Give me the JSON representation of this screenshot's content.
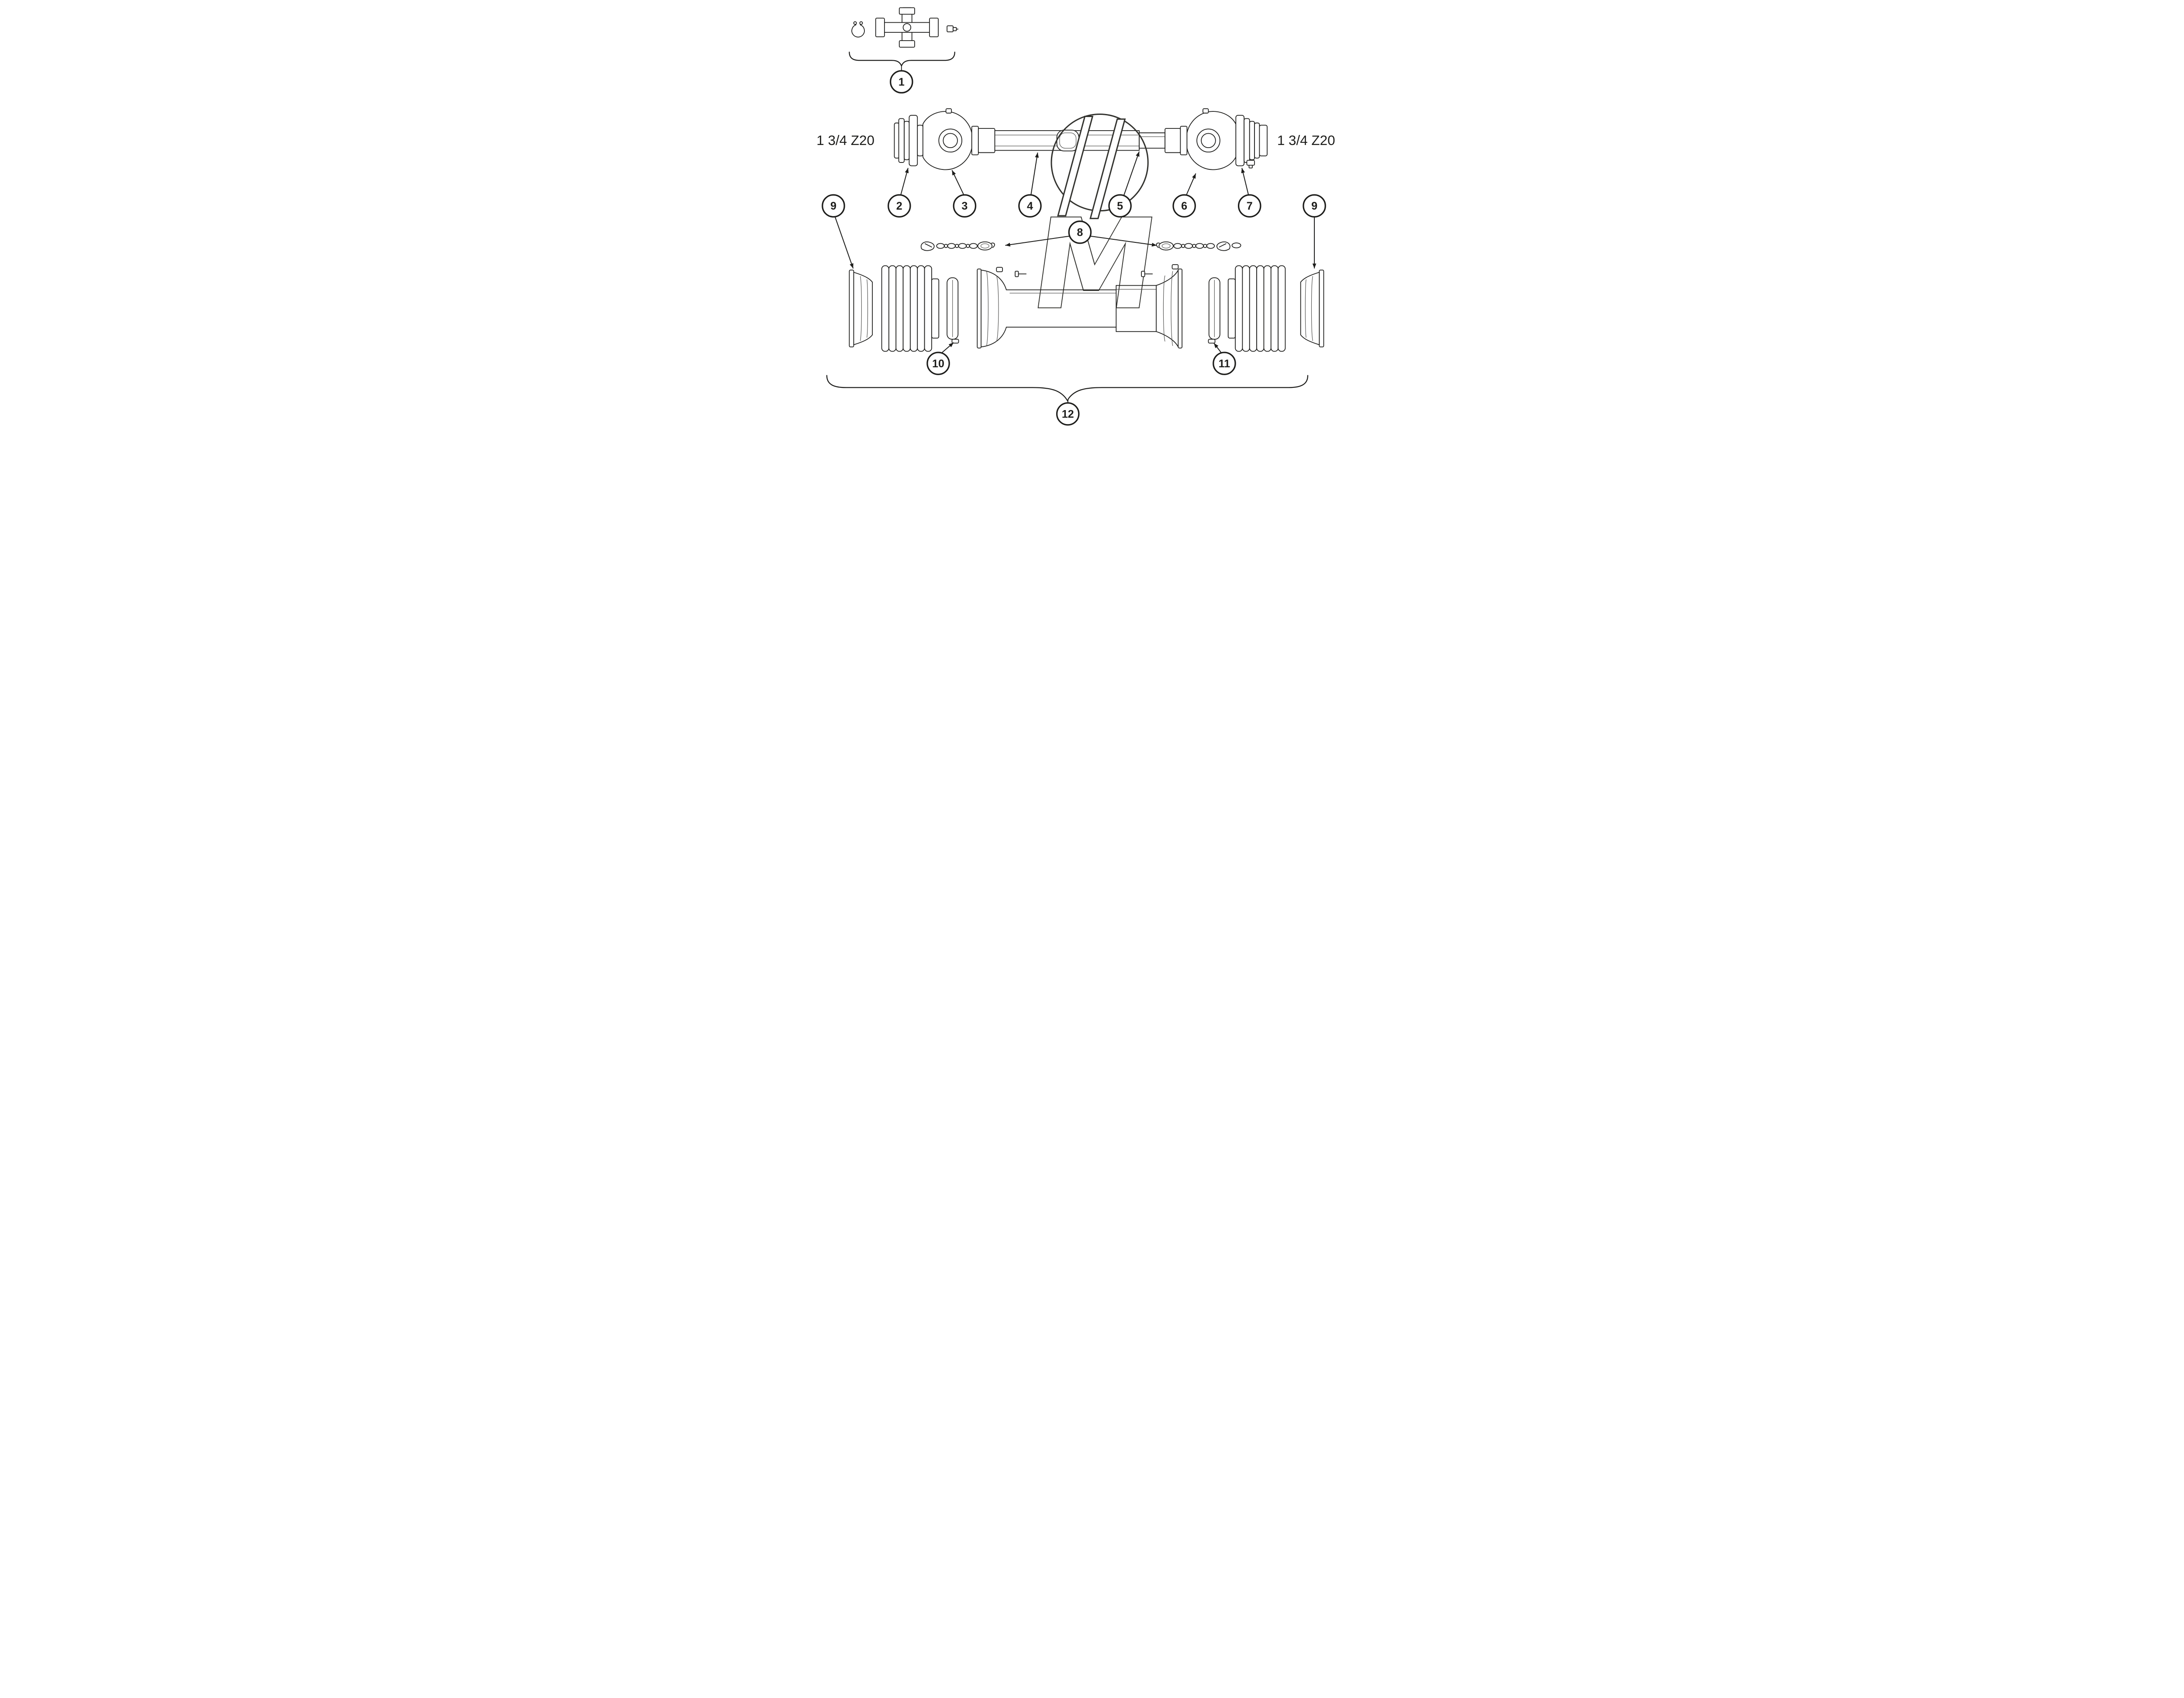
{
  "diagram": {
    "kind": "exploded-parts-diagram",
    "subject": "PTO drive shaft with guard",
    "colors": {
      "line": "#1d1d1b",
      "background": "#ffffff",
      "watermark": "#33332f"
    }
  },
  "labels": {
    "spline_left": "1 3/4 Z20",
    "spline_right": "1 3/4 Z20"
  },
  "watermark": {
    "letter": "M"
  },
  "callouts": {
    "n1": "1",
    "n2": "2",
    "n3": "3",
    "n4": "4",
    "n5": "5",
    "n6": "6",
    "n7": "7",
    "n8": "8",
    "n9": "9",
    "n10": "10",
    "n11": "11",
    "n12": "12"
  }
}
